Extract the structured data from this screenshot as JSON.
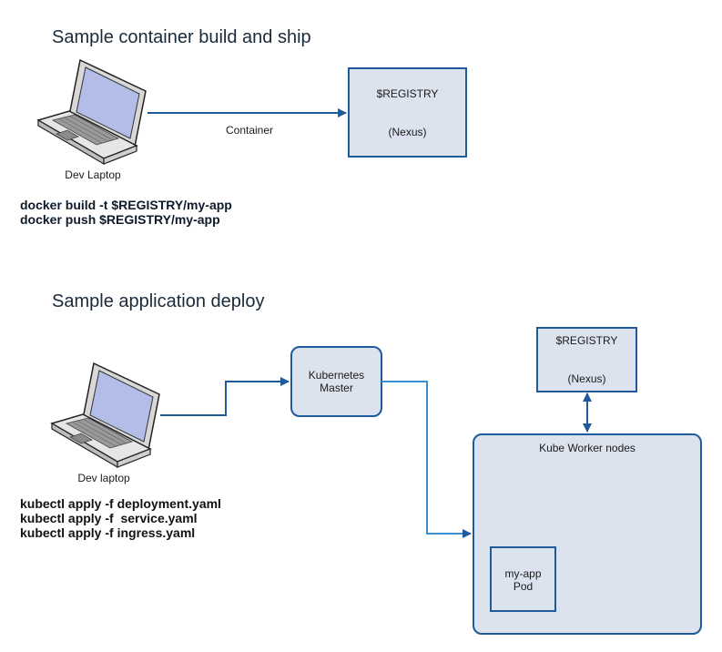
{
  "section1": {
    "title": "Sample container build and ship",
    "laptop_label": "Dev Laptop",
    "arrow_label": "Container",
    "registry": {
      "name": "$REGISTRY",
      "sub": "(Nexus)"
    },
    "commands": [
      "docker build -t $REGISTRY/my-app",
      "docker push $REGISTRY/my-app"
    ]
  },
  "section2": {
    "title": "Sample application deploy",
    "laptop_label": "Dev laptop",
    "master": {
      "line1": "Kubernetes",
      "line2": "Master"
    },
    "registry": {
      "name": "$REGISTRY",
      "sub": "(Nexus)"
    },
    "workers": {
      "label": "Kube Worker nodes"
    },
    "pod": {
      "line1": "my-app",
      "line2": "Pod"
    },
    "commands": [
      "kubectl apply -f deployment.yaml",
      "kubectl apply -f  service.yaml",
      "kubectl apply -f ingress.yaml"
    ]
  },
  "colors": {
    "box_fill": "#dce3ef",
    "box_stroke": "#1f5a9a",
    "arrow": "#1f5a9a",
    "laptop_screen": "#b4bde8"
  }
}
